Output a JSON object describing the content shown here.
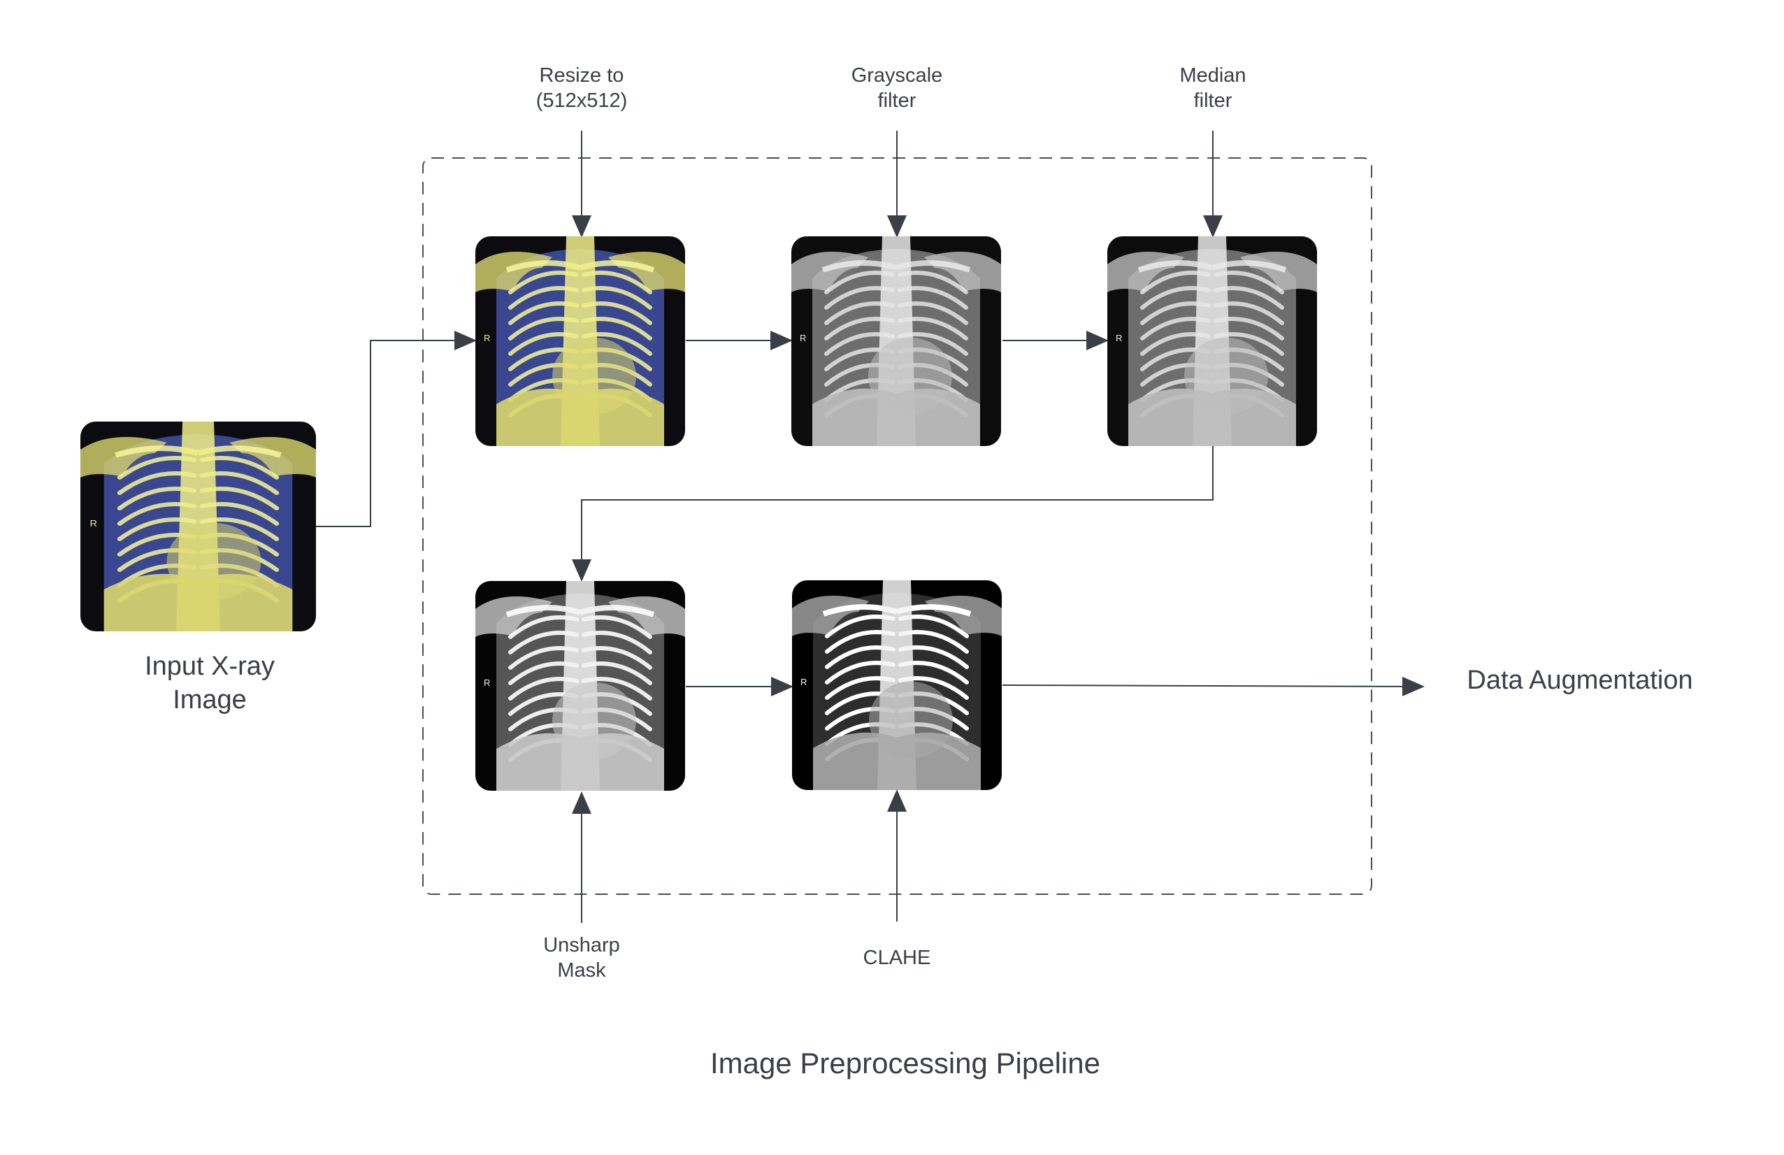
{
  "labels": {
    "input": "Input X-ray\nImage",
    "resize": "Resize to\n(512x512)",
    "grayscale": "Grayscale\nfilter",
    "median": "Median\nfilter",
    "unsharp": "Unsharp\nMask",
    "clahe": "CLAHE",
    "augmentation": "Data Augmentation",
    "title": "Image Preprocessing Pipeline"
  },
  "xray_marker": "R",
  "colors": {
    "line": "#3a3f47",
    "dashed_border": "#4a4f57",
    "xray_yellow_bone": "#f3f080",
    "xray_yellow_bg": "#2e3a7a",
    "xray_gray_bone": "#e6e6e6",
    "xray_gray_bg": "#1a1a1a"
  }
}
